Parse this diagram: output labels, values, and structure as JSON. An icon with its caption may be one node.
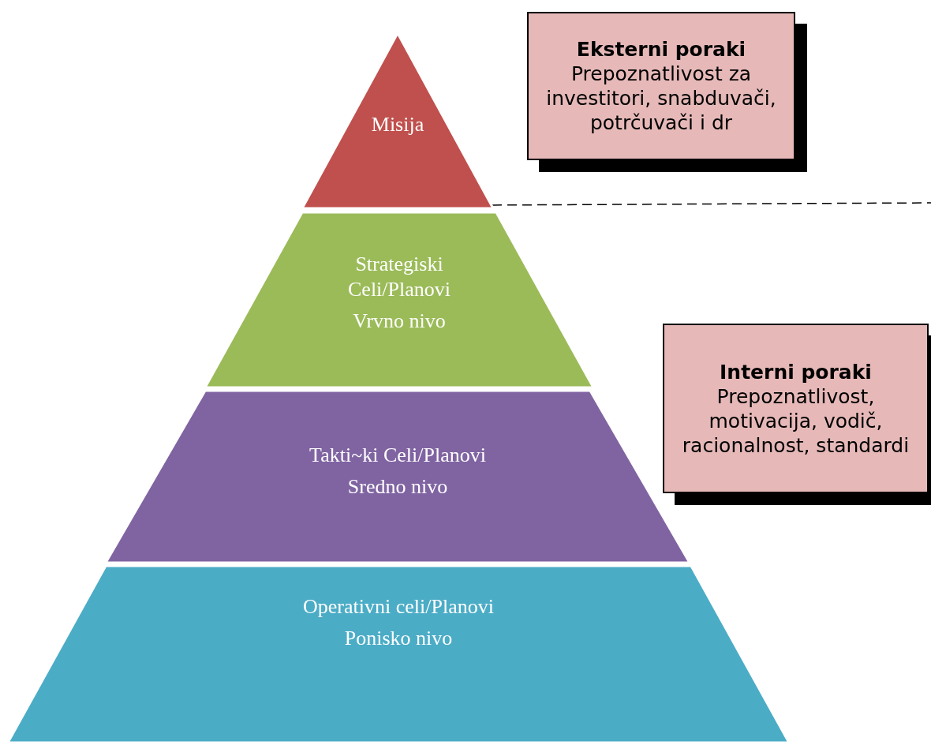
{
  "diagram": {
    "nodes": [
      {
        "text": [
          "Misija"
        ]
      },
      {
        "text": [
          "Strategiski Celi/Planovi",
          "Vrvno nivo"
        ]
      },
      {
        "text": [
          "Takti~ki Celi/Planovi",
          "Sredno nivo"
        ]
      },
      {
        "text": [
          "Operativni celi/Planovi",
          "Ponisko nivo"
        ]
      },
      {
        "text": [
          "Eksterni poraki",
          "Prepoznatlivost za investitori, snabduvači, potrčuvači i dr"
        ]
      },
      {
        "text": [
          "Interni poraki",
          "Prepoznatlivost, motivacija, vodič, racionalnost, standardi"
        ]
      }
    ]
  }
}
